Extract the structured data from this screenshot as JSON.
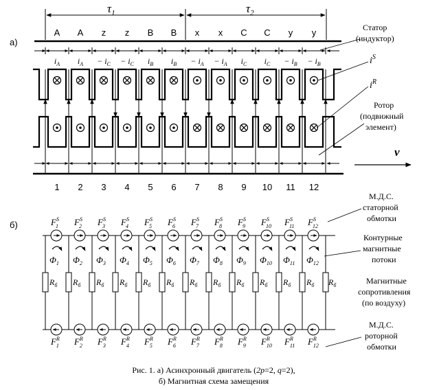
{
  "panel_a": {
    "label": "а)",
    "tau1": "τ",
    "tau1_sub": "1",
    "tau2": "τ",
    "tau2_sub": "2",
    "phase_labels": [
      "A",
      "A",
      "z",
      "z",
      "B",
      "B",
      "x",
      "x",
      "C",
      "C",
      "y",
      "y"
    ],
    "stator_currents": [
      {
        "sign": "",
        "sub": "A"
      },
      {
        "sign": "",
        "sub": "A"
      },
      {
        "sign": "− ",
        "sub": "C"
      },
      {
        "sign": "− ",
        "sub": "C"
      },
      {
        "sign": "",
        "sub": "B"
      },
      {
        "sign": "",
        "sub": "B"
      },
      {
        "sign": "− ",
        "sub": "A"
      },
      {
        "sign": "− ",
        "sub": "A"
      },
      {
        "sign": "",
        "sub": "C"
      },
      {
        "sign": "",
        "sub": "C"
      },
      {
        "sign": "− ",
        "sub": "B"
      },
      {
        "sign": "− ",
        "sub": "B"
      }
    ],
    "stator_symbols": [
      "cross",
      "cross",
      "cross",
      "cross",
      "cross",
      "cross",
      "dot",
      "dot",
      "dot",
      "dot",
      "dot",
      "dot"
    ],
    "rotor_symbols": [
      "dot",
      "dot",
      "dot",
      "dot",
      "dot",
      "dot",
      "cross",
      "cross",
      "cross",
      "cross",
      "cross",
      "cross"
    ],
    "arrow_dirs": [
      "up",
      "up",
      "up",
      "down",
      "down",
      "down",
      "down",
      "down",
      "up",
      "up",
      "up",
      "up",
      "up"
    ],
    "numbers": [
      "1",
      "2",
      "3",
      "4",
      "5",
      "6",
      "7",
      "8",
      "9",
      "10",
      "11",
      "12"
    ],
    "stator_label_1": "Статор",
    "stator_label_2": "(индуктор)",
    "is_label": "i",
    "is_sup": "S",
    "ir_label": "i",
    "ir_sup": "R",
    "rotor_label_1": "Ротор",
    "rotor_label_2": "(подвижный",
    "rotor_label_3": "элемент)",
    "velocity": "v"
  },
  "panel_b": {
    "label": "б)",
    "F_letter": "F",
    "stator_sup": "S",
    "rotor_sup": "R",
    "phi_letter": "Φ",
    "r_letter": "R",
    "r_sub": "б",
    "indices": [
      "1",
      "2",
      "3",
      "4",
      "5",
      "6",
      "7",
      "8",
      "9",
      "10",
      "11",
      "12"
    ],
    "mds_stator_1": "М.Д.С.",
    "mds_stator_2": "статорной",
    "mds_stator_3": "обмотки",
    "flux_1": "Контурные",
    "flux_2": "магнитные",
    "flux_3": "потоки",
    "resist_1": "Магнитные",
    "resist_2": "сопротивления",
    "resist_3": "(по воздуху)",
    "mds_rotor_1": "М.Д.С.",
    "mds_rotor_2": "роторной",
    "mds_rotor_3": "обмотки"
  },
  "caption": {
    "line1_prefix": "Рис. 1. а) Асинхронный двигатель (",
    "line1_p": "2p",
    "line1_mid": "=2, ",
    "line1_q": "q",
    "line1_suffix": "=2),",
    "line2": "б) Магнитная схема замещения"
  }
}
